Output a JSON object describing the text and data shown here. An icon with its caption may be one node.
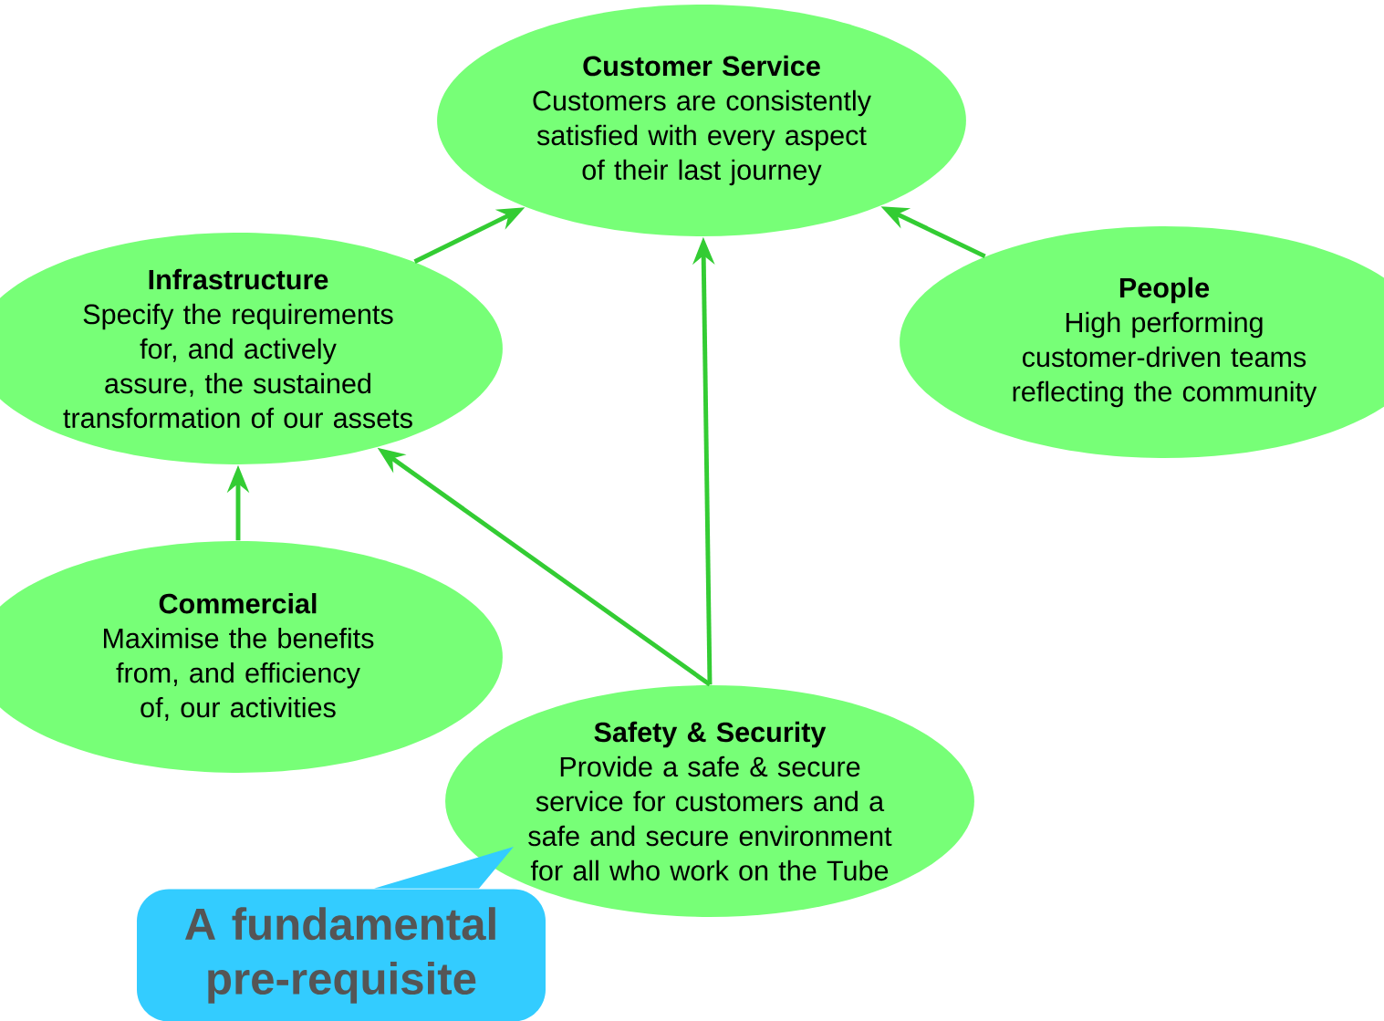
{
  "diagram": {
    "nodes": [
      {
        "text": [
          "Customer Service",
          "Customers are consistently satisfied with every aspect of their last journey"
        ]
      },
      {
        "text": [
          "Infrastructure",
          "Specify the requirements for, and actively assure, the sustained transformation of our assets"
        ]
      },
      {
        "text": [
          "People",
          "High performing customer-driven teams reflecting the community"
        ]
      },
      {
        "text": [
          "Commercial",
          "Maximise the benefits from, and efficiency of, our activities"
        ]
      },
      {
        "text": [
          "Safety & Security",
          "Provide a safe & secure service for customers and a safe and secure environment for all who work on the Tube"
        ]
      },
      {
        "text": [
          "A fundamental pre-requisite"
        ]
      }
    ],
    "edges": [
      {
        "from": 1,
        "to": 0,
        "arrow": "to"
      },
      {
        "from": 2,
        "to": 0,
        "arrow": "to"
      },
      {
        "from": 4,
        "to": 0,
        "arrow": "to"
      },
      {
        "from": 4,
        "to": 1,
        "arrow": "to"
      },
      {
        "from": 3,
        "to": 1,
        "arrow": "to"
      },
      {
        "from": 5,
        "to": 4,
        "arrow": "none"
      }
    ]
  }
}
